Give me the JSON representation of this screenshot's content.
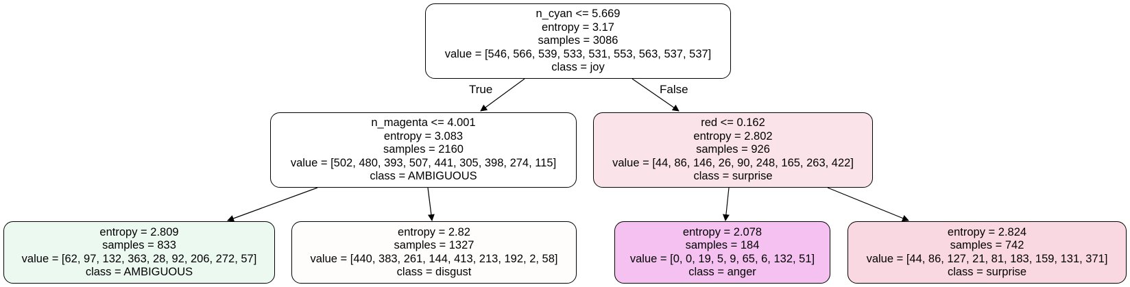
{
  "colors": {
    "root": "#ffffff",
    "n_magenta_split": "#ffffff",
    "red_split": "#fbe3ea",
    "leaf_ambiguous": "#ecf9f1",
    "leaf_disgust": "#fefdfb",
    "leaf_anger": "#f5c1f1",
    "leaf_surprise": "#f9d8e1",
    "border": "#000000"
  },
  "edge_labels": {
    "true": "True",
    "false": "False"
  },
  "nodes": {
    "root": {
      "split": "n_cyan <= 5.669",
      "entropy": "entropy = 3.17",
      "samples": "samples = 3086",
      "value": "value = [546, 566, 539, 533, 531, 553, 563, 537, 537]",
      "class": "class = joy"
    },
    "n_magenta_split": {
      "split": "n_magenta <= 4.001",
      "entropy": "entropy = 3.083",
      "samples": "samples = 2160",
      "value": "value = [502, 480, 393, 507, 441, 305, 398, 274, 115]",
      "class": "class = AMBIGUOUS"
    },
    "red_split": {
      "split": "red <= 0.162",
      "entropy": "entropy = 2.802",
      "samples": "samples = 926",
      "value": "value = [44, 86, 146, 26, 90, 248, 165, 263, 422]",
      "class": "class = surprise"
    },
    "leaf_ambiguous": {
      "entropy": "entropy = 2.809",
      "samples": "samples = 833",
      "value": "value = [62, 97, 132, 363, 28, 92, 206, 272, 57]",
      "class": "class = AMBIGUOUS"
    },
    "leaf_disgust": {
      "entropy": "entropy = 2.82",
      "samples": "samples = 1327",
      "value": "value = [440, 383, 261, 144, 413, 213, 192, 2, 58]",
      "class": "class = disgust"
    },
    "leaf_anger": {
      "entropy": "entropy = 2.078",
      "samples": "samples = 184",
      "value": "value = [0, 0, 19, 5, 9, 65, 6, 132, 51]",
      "class": "class = anger"
    },
    "leaf_surprise": {
      "entropy": "entropy = 2.824",
      "samples": "samples = 742",
      "value": "value = [44, 86, 127, 21, 81, 183, 159, 131, 371]",
      "class": "class = surprise"
    }
  }
}
